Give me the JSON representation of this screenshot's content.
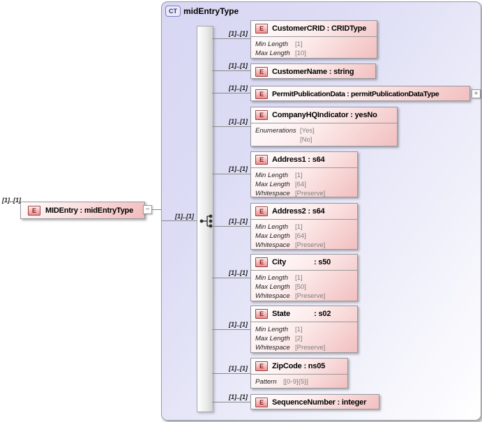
{
  "complex_type": {
    "badge": "CT",
    "name": "midEntryType"
  },
  "root": {
    "cardinality": "[1]..[1]",
    "badge": "E",
    "label": "MIDEntry : midEntryType",
    "collapse_glyph": "−"
  },
  "sequence": {
    "compositor": "sequence",
    "cardinality": "[1]..[1]"
  },
  "elements": [
    {
      "cardinality": "[1]..[1]",
      "badge": "E",
      "label": "CustomerCRID : CRIDType",
      "facets": [
        {
          "label": "Min Length",
          "value": "[1]"
        },
        {
          "label": "Max Length",
          "value": "[10]"
        }
      ]
    },
    {
      "cardinality": "[1]..[1]",
      "badge": "E",
      "label": "CustomerName : string",
      "facets": []
    },
    {
      "cardinality": "[1]..[1]",
      "badge": "E",
      "label": "PermitPublicationData : permitPublicationDataType",
      "expand_glyph": "+",
      "facets": []
    },
    {
      "cardinality": "[1]..[1]",
      "badge": "E",
      "label": "CompanyHQIndicator : yesNo",
      "facets": [
        {
          "label": "Enumerations",
          "value": "[Yes]"
        },
        {
          "label": "",
          "value": "[No]"
        }
      ]
    },
    {
      "cardinality": "[1]..[1]",
      "badge": "E",
      "label": "Address1 : s64",
      "facets": [
        {
          "label": "Min Length",
          "value": "[1]"
        },
        {
          "label": "Max Length",
          "value": "[64]"
        },
        {
          "label": "Whitespace",
          "value": "[Preserve]"
        }
      ]
    },
    {
      "cardinality": "[1]..[1]",
      "badge": "E",
      "label": "Address2 : s64",
      "facets": [
        {
          "label": "Min Length",
          "value": "[1]"
        },
        {
          "label": "Max Length",
          "value": "[64]"
        },
        {
          "label": "Whitespace",
          "value": "[Preserve]"
        }
      ]
    },
    {
      "cardinality": "[1]..[1]",
      "badge": "E",
      "label": "City              : s50",
      "facets": [
        {
          "label": "Min Length",
          "value": "[1]"
        },
        {
          "label": "Max Length",
          "value": "[50]"
        },
        {
          "label": "Whitespace",
          "value": "[Preserve]"
        }
      ]
    },
    {
      "cardinality": "[1]..[1]",
      "badge": "E",
      "label": "State            : s02",
      "facets": [
        {
          "label": "Min Length",
          "value": "[1]"
        },
        {
          "label": "Max Length",
          "value": "[2]"
        },
        {
          "label": "Whitespace",
          "value": "[Preserve]"
        }
      ]
    },
    {
      "cardinality": "[1]..[1]",
      "badge": "E",
      "label": "ZipCode : ns05",
      "facets": [
        {
          "label": "Pattern",
          "value": "[[0-9]{5}]"
        }
      ]
    },
    {
      "cardinality": "[1]..[1]",
      "badge": "E",
      "label": "SequenceNumber : integer",
      "facets": []
    }
  ]
}
